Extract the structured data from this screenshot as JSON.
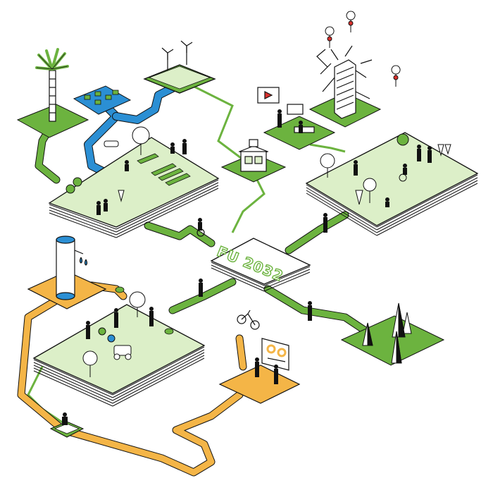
{
  "diagram": {
    "center_label": "FU 2032",
    "colors": {
      "green": "#6cb33f",
      "light_green": "#dcefc8",
      "orange": "#f4b547",
      "blue": "#2b8fd4",
      "ink": "#111111",
      "red": "#d9302c"
    },
    "nodes": [
      {
        "id": "palm-tree",
        "icon": "palm-tree-icon"
      },
      {
        "id": "solar-panels",
        "icon": "solar-panel-icon"
      },
      {
        "id": "wind-turbines",
        "icon": "wind-turbine-icon"
      },
      {
        "id": "kiosk",
        "icon": "kiosk-icon"
      },
      {
        "id": "workshop",
        "icon": "presentation-icon"
      },
      {
        "id": "green-tower",
        "icon": "tower-icon"
      },
      {
        "id": "garden-park",
        "icon": "tree-icon"
      },
      {
        "id": "campus-park",
        "icon": "tree-icon"
      },
      {
        "id": "water-tower",
        "icon": "water-tank-icon"
      },
      {
        "id": "community-garden",
        "icon": "tree-icon"
      },
      {
        "id": "cone-sculptures",
        "icon": "cone-icon"
      },
      {
        "id": "data-board",
        "icon": "chart-icon"
      },
      {
        "id": "laptop-user",
        "icon": "laptop-icon"
      },
      {
        "id": "bicycle",
        "icon": "bicycle-icon"
      }
    ]
  }
}
